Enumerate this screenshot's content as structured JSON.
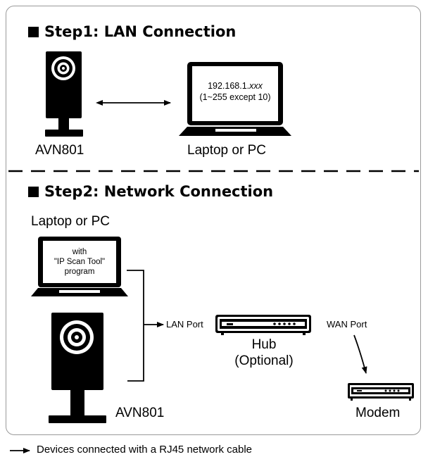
{
  "step1": {
    "heading": "Step1: LAN Connection",
    "camera_label": "AVN801",
    "laptop_label": "Laptop or PC",
    "screen_ip": "192.168.1.",
    "screen_ip_suffix": "xxx",
    "screen_range": "(1~255 except 10)"
  },
  "step2": {
    "heading": "Step2: Network Connection",
    "laptop_label": "Laptop or PC",
    "screen_line1": "with",
    "screen_line2": "\"IP Scan Tool\"",
    "screen_line3": "program",
    "camera_label": "AVN801",
    "lan_port": "LAN Port",
    "wan_port": "WAN Port",
    "hub_label_line1": "Hub",
    "hub_label_line2": "(Optional)",
    "modem_label": "Modem"
  },
  "legend": {
    "text": "Devices connected with a RJ45 network cable"
  }
}
